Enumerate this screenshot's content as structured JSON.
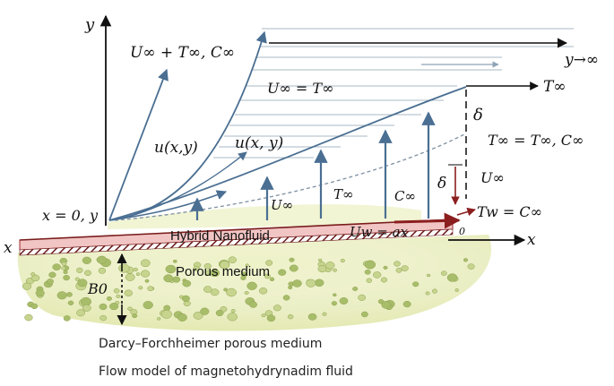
{
  "labels": {
    "y_axis": "y",
    "x_axis_left": "x",
    "x_axis_right": "x",
    "origin": "x = 0, y",
    "free_stream_top": "U∞ + T∞, C∞",
    "y_infinity": "y→∞",
    "u_inf_eq_t_inf": "U∞ = T∞",
    "t_inf_right": "T∞",
    "delta_top": "δ",
    "t_inf_c_inf": "T∞ = T∞, C∞",
    "u_xy_left": "u(x,y)",
    "u_xy_mid": "u(x, y)",
    "u_inf_lower": "U∞",
    "t_inf_lower": "T∞",
    "c_inf_lower": "C∞",
    "delta_lower": "δ",
    "u_inf_right": "U∞",
    "tw_cinf": "Tw = C∞",
    "plate_small": "0",
    "plate_label": "Hybrid Nanofluid",
    "uw_label": "Uw = ax",
    "porous_label": "Porous medium",
    "b0_label": "B0",
    "caption_1": "Darcy–Forchheimer porous medium",
    "caption_2": "Flow model of magnetohydrynadim fluid"
  },
  "colors": {
    "arrow_blue": "#4a6f92",
    "stream_line": "#a9b8c6",
    "plate_fill": "#f1c5c4",
    "plate_edge": "#9b2a2a",
    "porous_base": "#e4e9b2",
    "pebble": "#a8bd6a",
    "ink": "#111111"
  }
}
